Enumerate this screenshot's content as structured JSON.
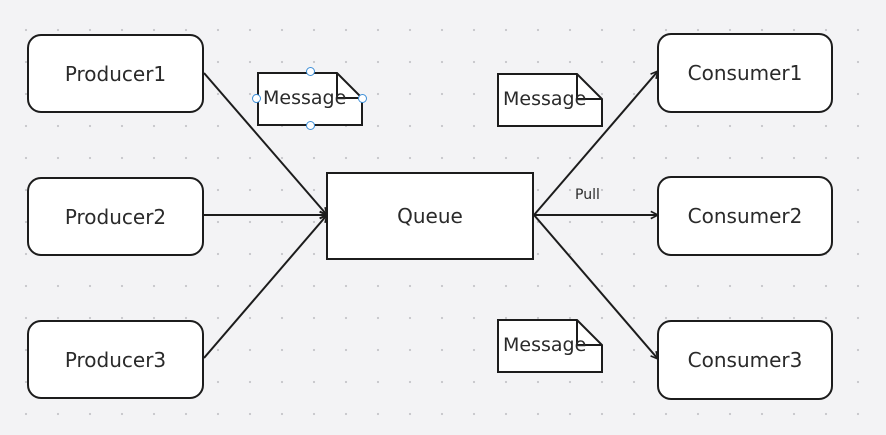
{
  "producers": [
    {
      "label": "Producer1"
    },
    {
      "label": "Producer2"
    },
    {
      "label": "Producer3"
    }
  ],
  "queue": {
    "label": "Queue"
  },
  "consumers": [
    {
      "label": "Consumer1"
    },
    {
      "label": "Consumer2"
    },
    {
      "label": "Consumer3"
    }
  ],
  "edge_label": "Pull",
  "messages": [
    {
      "label": "Message",
      "selected": true
    },
    {
      "label": "Message",
      "selected": false
    },
    {
      "label": "Message",
      "selected": false
    }
  ],
  "colors": {
    "stroke": "#1c1c1c",
    "selection": "#3d8fd8",
    "canvas": "#f3f3f5"
  }
}
